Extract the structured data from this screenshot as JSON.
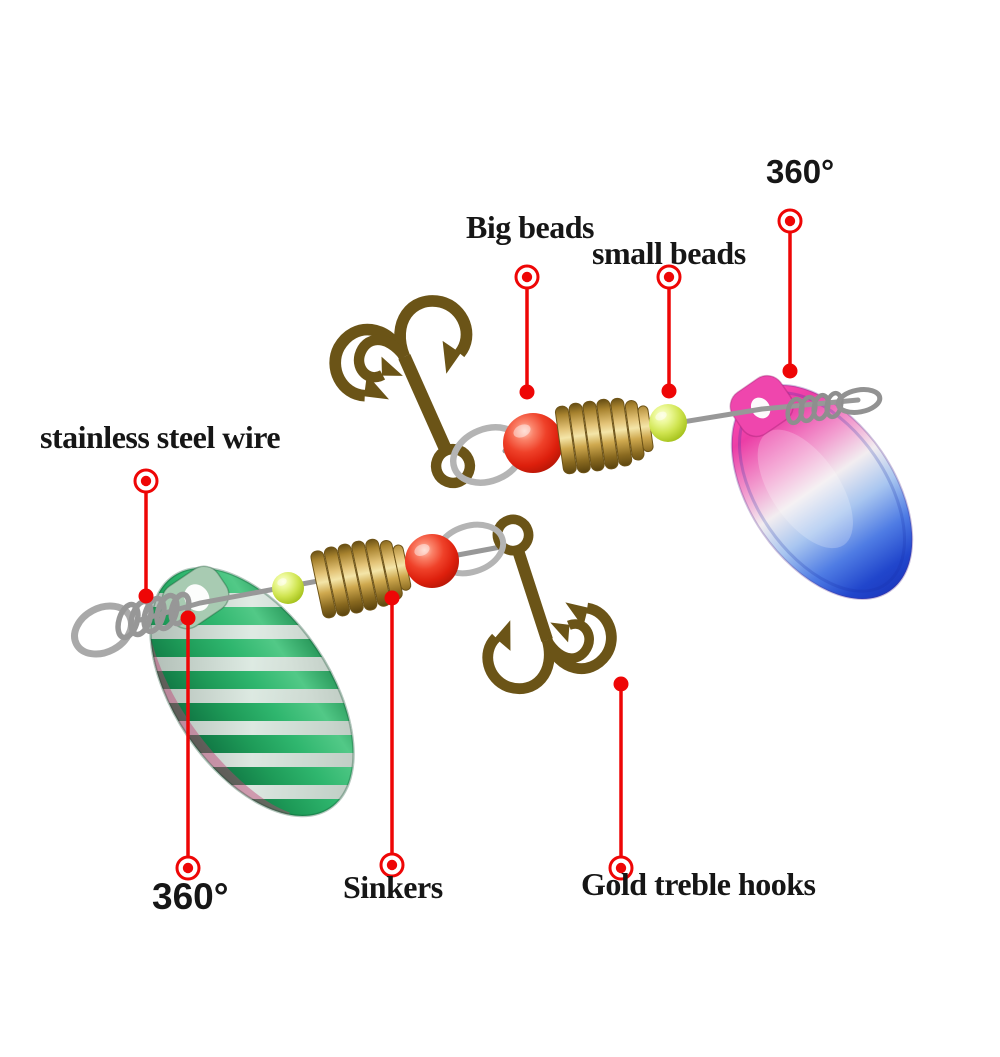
{
  "scene": {
    "description": "Annotated product diagram of two spinner fishing lures with part callouts",
    "background": "#ffffff"
  },
  "labels": {
    "rotation_top": "360°",
    "big_beads": "Big beads",
    "small_beads": "small beads",
    "stainless_wire": "stainless steel wire",
    "rotation_bottom": "360°",
    "sinkers": "Sinkers",
    "gold_treble_hooks": "Gold treble hooks"
  },
  "annotations": [
    {
      "label_key": "rotation_top",
      "target": "pink-blue-spinner-blade",
      "marker_style": "ring-top-dot-bottom"
    },
    {
      "label_key": "big_beads",
      "target": "big-red-bead-top",
      "marker_style": "ring-top-dot-bottom"
    },
    {
      "label_key": "small_beads",
      "target": "small-green-bead-top",
      "marker_style": "ring-top-dot-bottom"
    },
    {
      "label_key": "stainless_wire",
      "target": "stainless-steel-wire-loop",
      "marker_style": "ring-top-dot-bottom"
    },
    {
      "label_key": "rotation_bottom",
      "target": "green-spinner-blade",
      "marker_style": "dot-top-ring-bottom"
    },
    {
      "label_key": "sinkers",
      "target": "brass-sinker-coil-bottom",
      "marker_style": "dot-top-ring-bottom"
    },
    {
      "label_key": "gold_treble_hooks",
      "target": "gold-treble-hook-bottom",
      "marker_style": "dot-top-ring-bottom"
    }
  ],
  "parts": {
    "top_lure": [
      "gold-treble-hook",
      "swivel-loop",
      "big-red-bead",
      "brass-sinker-coil",
      "small-green-bead",
      "stainless-steel-wire",
      "wire-twist",
      "pink-blue-spinner-blade"
    ],
    "bottom_lure": [
      "stainless-steel-wire-loop",
      "wire-twist",
      "green-spinner-blade",
      "small-green-bead",
      "brass-sinker-coil",
      "big-red-bead",
      "swivel-loop",
      "gold-treble-hook"
    ]
  },
  "colors": {
    "annotation_red": "#ee0606",
    "label_text": "#161616",
    "background": "#ffffff",
    "bead_red": "#e8281a",
    "bead_green": "#c6e03a",
    "brass_gold": "#c8a552",
    "wire_silver": "#9e9e9e",
    "hook_bronze": "#6b5417",
    "blade_pink": "#ee3fae",
    "blade_blue": "#2146cc",
    "blade_green": "#1e9b58"
  }
}
